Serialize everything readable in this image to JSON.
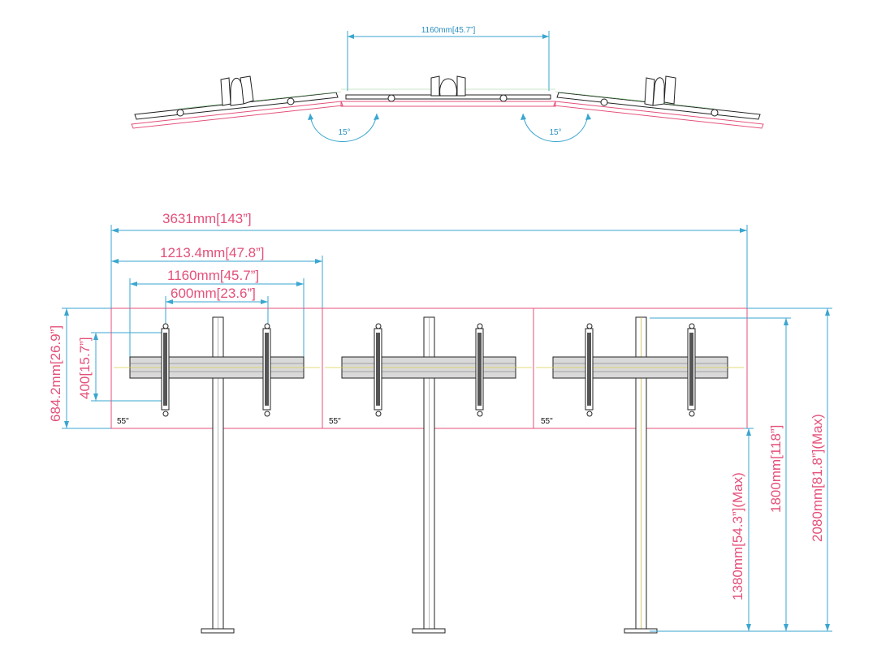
{
  "top_view": {
    "span_label": "1160mm[45.7”]",
    "angle_left": "15°",
    "angle_right": "15°"
  },
  "front_view": {
    "overall_width": "3631mm[143”]",
    "panel_width": "1213.4mm[47.8”]",
    "bar_length": "1160mm[45.7”]",
    "vesa_width": "600mm[23.6”]",
    "panel_height": "684.2mm[26.9”]",
    "vesa_height": "400[15.7”]",
    "screen_labels": [
      "55\"",
      "55\"",
      "55\""
    ],
    "min_height": "1380mm[54.3”](Max)",
    "center_height": "1800mm[118”]",
    "max_height": "2080mm[81.8”](Max)"
  },
  "colors": {
    "dimension": "#3aa6d0",
    "outline": "#e4507a",
    "part": "#222222"
  }
}
